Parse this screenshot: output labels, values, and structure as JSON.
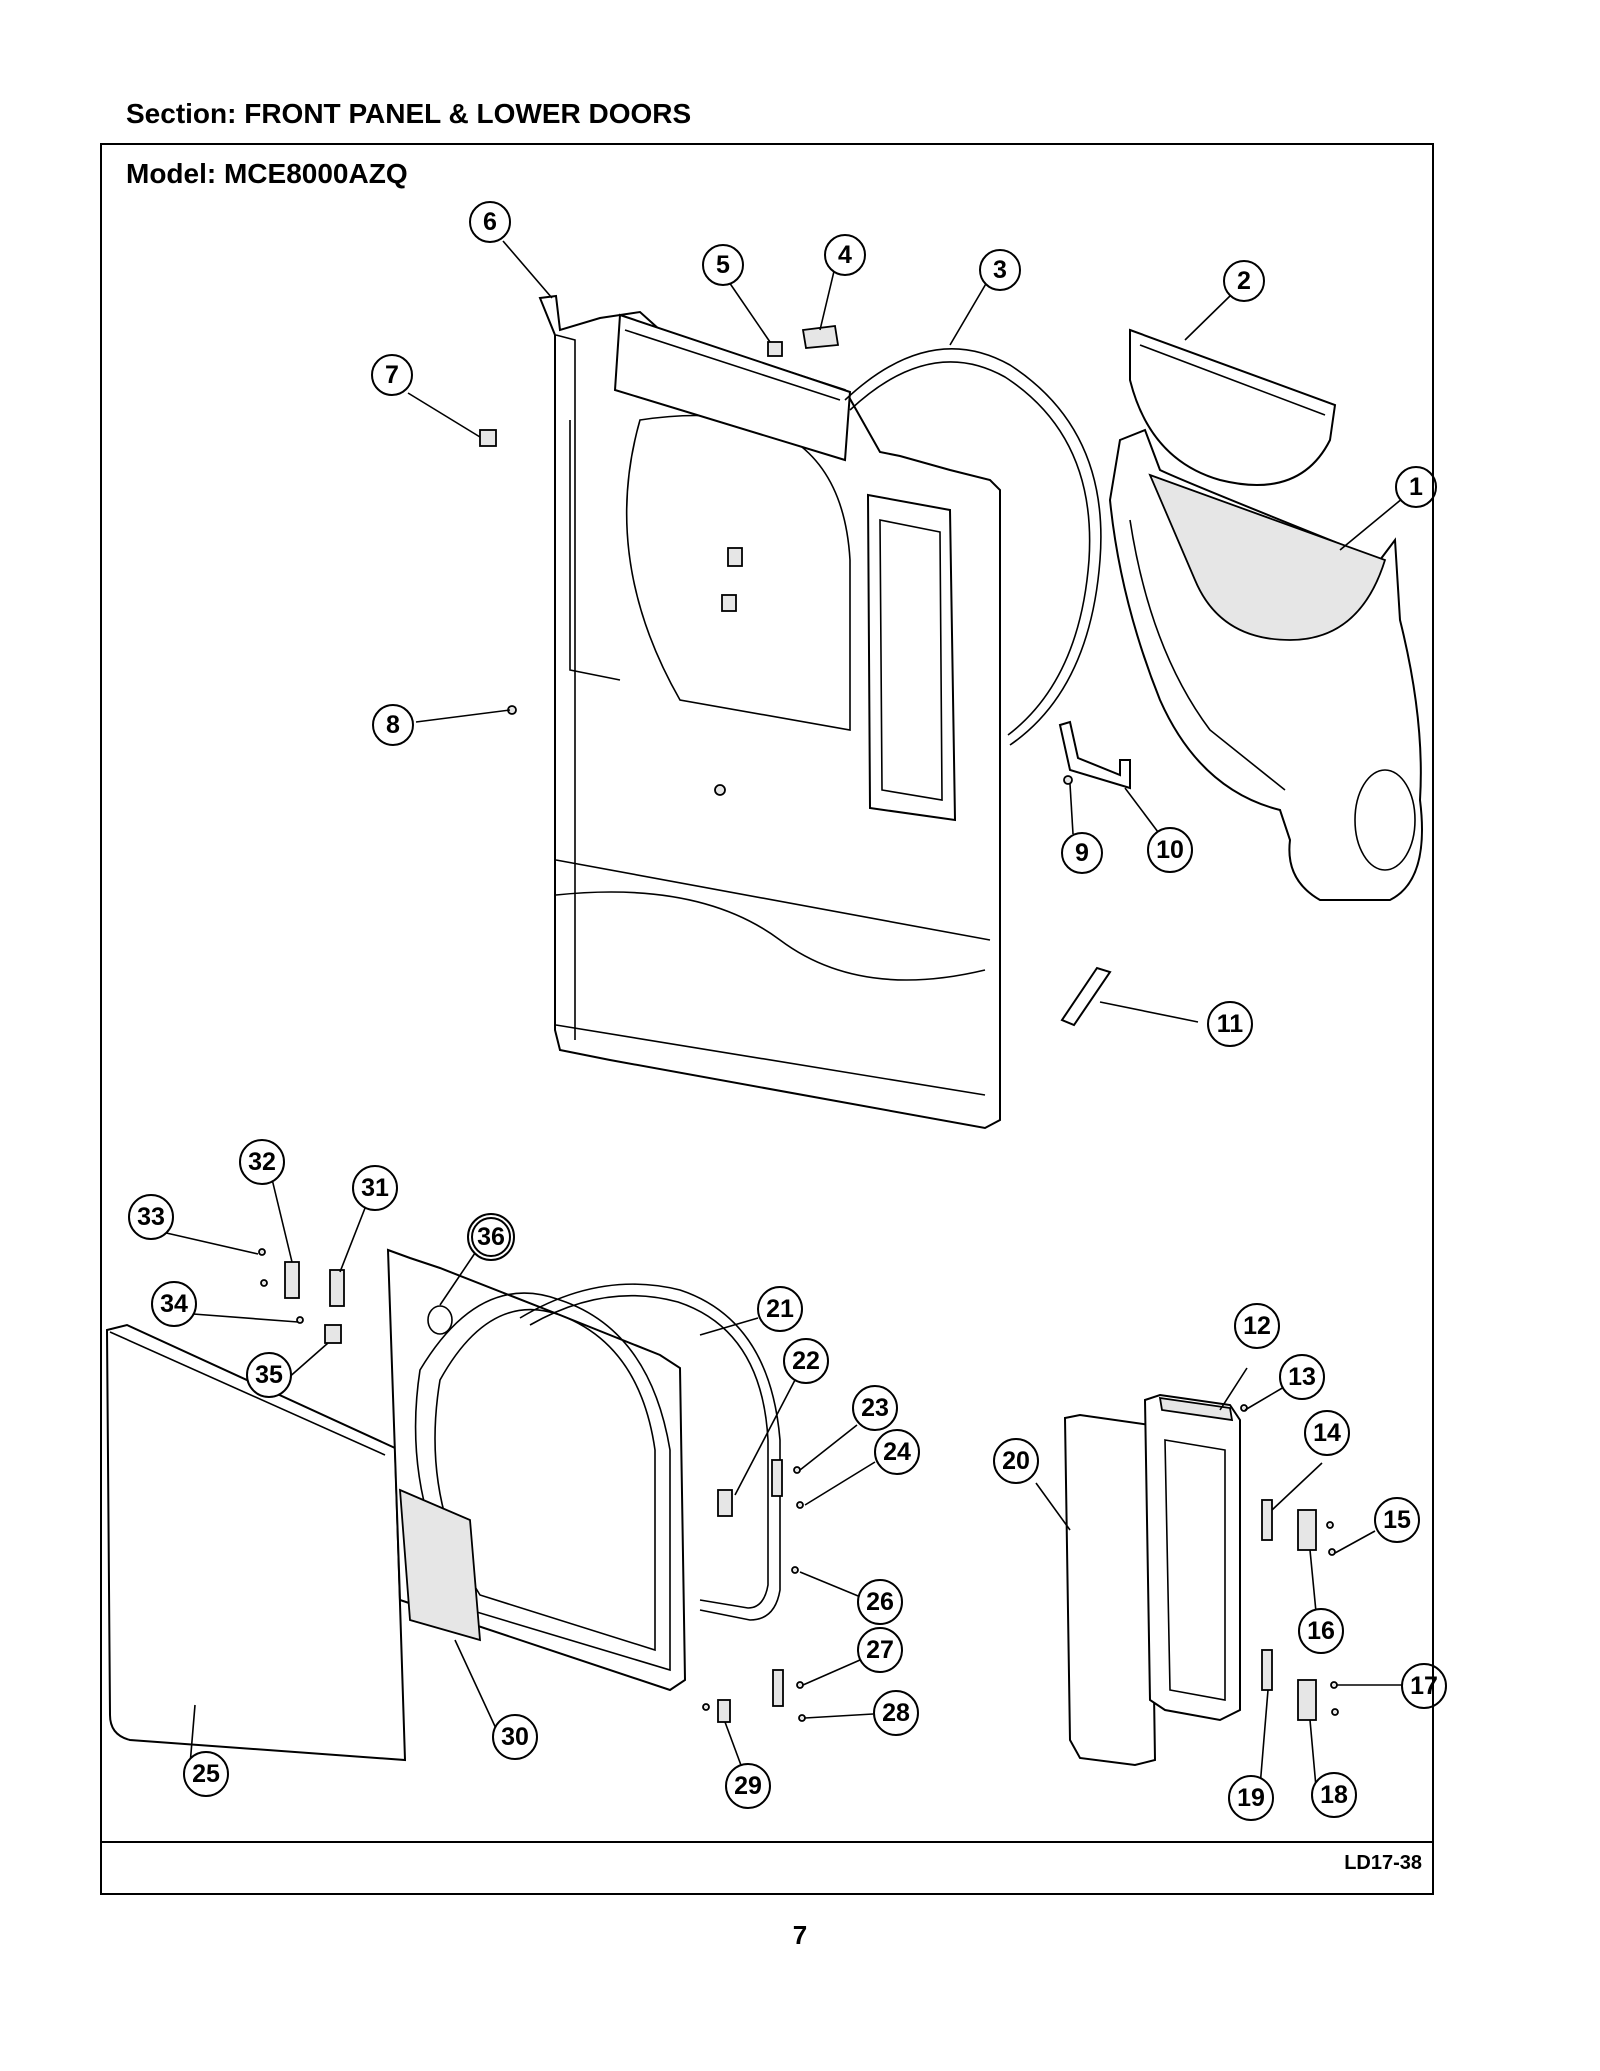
{
  "header": {
    "section_title": "Section:  FRONT PANEL & LOWER DOORS",
    "model_label": "Model:  MCE8000AZQ"
  },
  "footer": {
    "reference_code": "LD17-38",
    "page_number": "7"
  },
  "callouts": [
    "1",
    "2",
    "3",
    "4",
    "5",
    "6",
    "7",
    "8",
    "9",
    "10",
    "11",
    "12",
    "13",
    "14",
    "15",
    "16",
    "17",
    "18",
    "19",
    "20",
    "21",
    "22",
    "23",
    "24",
    "25",
    "26",
    "27",
    "28",
    "29",
    "30",
    "31",
    "32",
    "33",
    "34",
    "35",
    "36"
  ]
}
